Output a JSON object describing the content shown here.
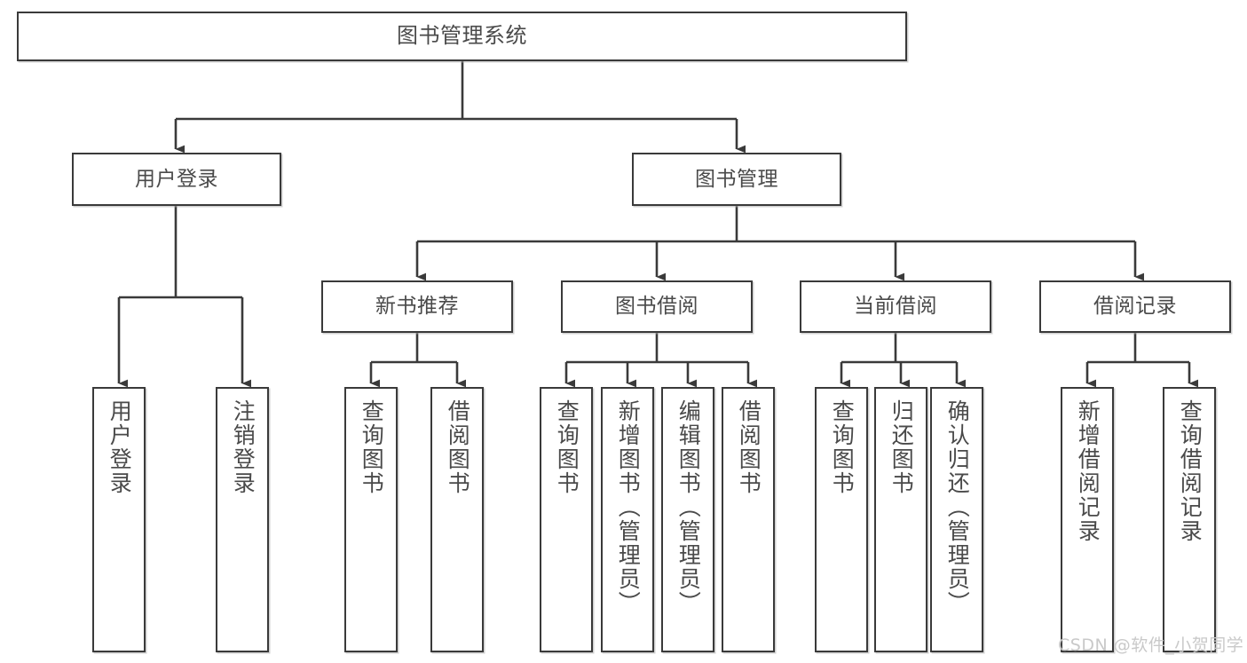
{
  "diagram": {
    "title": "图书管理系统",
    "type": "tree-hierarchy-chart",
    "accent_border_color": "#3a3a3a",
    "text_color": "#4a4a4a",
    "background_color": "#ffffff",
    "watermark": "CSDN @软件_小贺同学",
    "nodes": {
      "root": {
        "label": "图书管理系统"
      },
      "level2": [
        {
          "label": "用户登录"
        },
        {
          "label": "图书管理"
        }
      ],
      "level3": [
        {
          "label": "新书推荐"
        },
        {
          "label": "图书借阅"
        },
        {
          "label": "当前借阅"
        },
        {
          "label": "借阅记录"
        }
      ],
      "leaves": {
        "user_login": [
          {
            "label": "用户登录"
          },
          {
            "label": "注销登录"
          }
        ],
        "new_book_recommend": [
          {
            "label": "查询图书"
          },
          {
            "label": "借阅图书"
          }
        ],
        "book_borrow": [
          {
            "label": "查询图书"
          },
          {
            "label": "新增图书（管理员）"
          },
          {
            "label": "编辑图书（管理员）"
          },
          {
            "label": "借阅图书"
          }
        ],
        "current_borrow": [
          {
            "label": "查询图书"
          },
          {
            "label": "归还图书"
          },
          {
            "label": "确认归还（管理员）"
          }
        ],
        "borrow_record": [
          {
            "label": "新增借阅记录"
          },
          {
            "label": "查询借阅记录"
          }
        ]
      }
    }
  }
}
